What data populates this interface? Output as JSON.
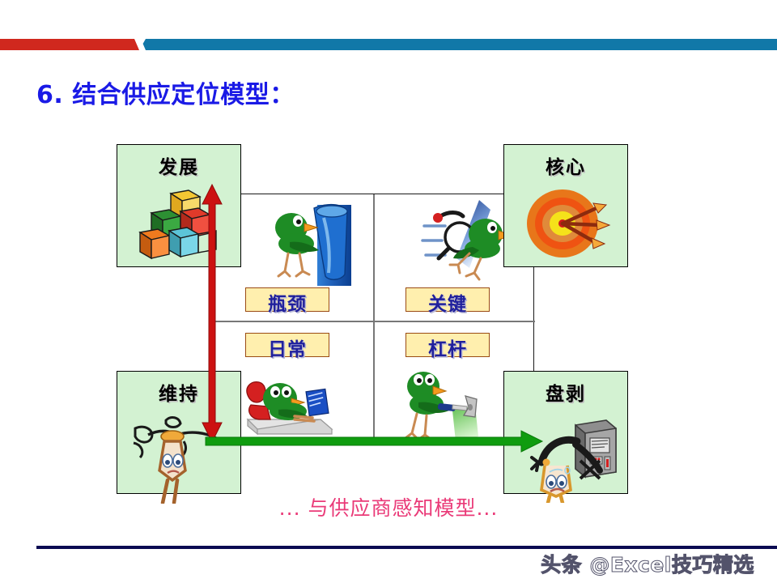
{
  "header": {
    "ribbon_red_color": "#d0281e",
    "ribbon_blue_color": "#1178a8"
  },
  "title": {
    "text": "6. 结合供应定位模型：",
    "color": "#1a1ae6"
  },
  "diagram": {
    "type": "2x2-matrix-with-corner-callouts",
    "corner_boxes": [
      {
        "key": "develop",
        "label": "发展",
        "icon": "stacked-cubes-icon",
        "position": "top-left",
        "fill": "#d3f2d2"
      },
      {
        "key": "core",
        "label": "核心",
        "icon": "bullseye-target-icon",
        "position": "top-right",
        "fill": "#d3f2d2"
      },
      {
        "key": "maintain",
        "label": "维持",
        "icon": "hanging-stick-figure-icon",
        "position": "bottom-left",
        "fill": "#d3f2d2"
      },
      {
        "key": "exploit",
        "label": "盘剥",
        "icon": "crushed-by-safe-icon",
        "position": "bottom-right",
        "fill": "#d3f2d2"
      }
    ],
    "quadrant_plates": [
      {
        "key": "bottleneck",
        "label": "瓶颈",
        "quadrant": "top-left",
        "fill": "#ffefae",
        "border": "#9a4b13",
        "text_color": "#20209c"
      },
      {
        "key": "critical",
        "label": "关键",
        "quadrant": "top-right",
        "fill": "#ffefae",
        "border": "#9a4b13",
        "text_color": "#20209c"
      },
      {
        "key": "routine",
        "label": "日常",
        "quadrant": "bottom-left",
        "fill": "#ffefae",
        "border": "#9a4b13",
        "text_color": "#20209c"
      },
      {
        "key": "leverage",
        "label": "杠杆",
        "quadrant": "bottom-right",
        "fill": "#ffefae",
        "border": "#9a4b13",
        "text_color": "#20209c"
      }
    ],
    "quadrant_art": [
      {
        "key": "bottleneck-art",
        "icon": "bird-pushing-blue-tube-icon",
        "quadrant": "top-left"
      },
      {
        "key": "critical-art",
        "icon": "bird-with-magnifier-icon",
        "quadrant": "top-right"
      },
      {
        "key": "routine-art",
        "icon": "bird-reading-on-phone-icon",
        "quadrant": "bottom-left"
      },
      {
        "key": "leverage-art",
        "icon": "bird-with-hammer-icon",
        "quadrant": "bottom-right"
      }
    ],
    "arrows": [
      {
        "key": "vertical-axis",
        "icon": "double-headed-up-down-arrow-icon",
        "color": "#cc1111",
        "orientation": "vertical"
      },
      {
        "key": "horizontal-axis",
        "icon": "right-arrow-icon",
        "color": "#0f9c0f",
        "orientation": "horizontal"
      }
    ],
    "grid": {
      "border_color": "#1a1a1a",
      "divider_color": "#777777",
      "rows": 2,
      "cols": 2
    }
  },
  "caption": {
    "text": "... 与供应商感知模型...",
    "color": "#ea3a78"
  },
  "footer": {
    "rule_color": "#0b0b52",
    "watermark": "头条 @Excel技巧精选"
  }
}
